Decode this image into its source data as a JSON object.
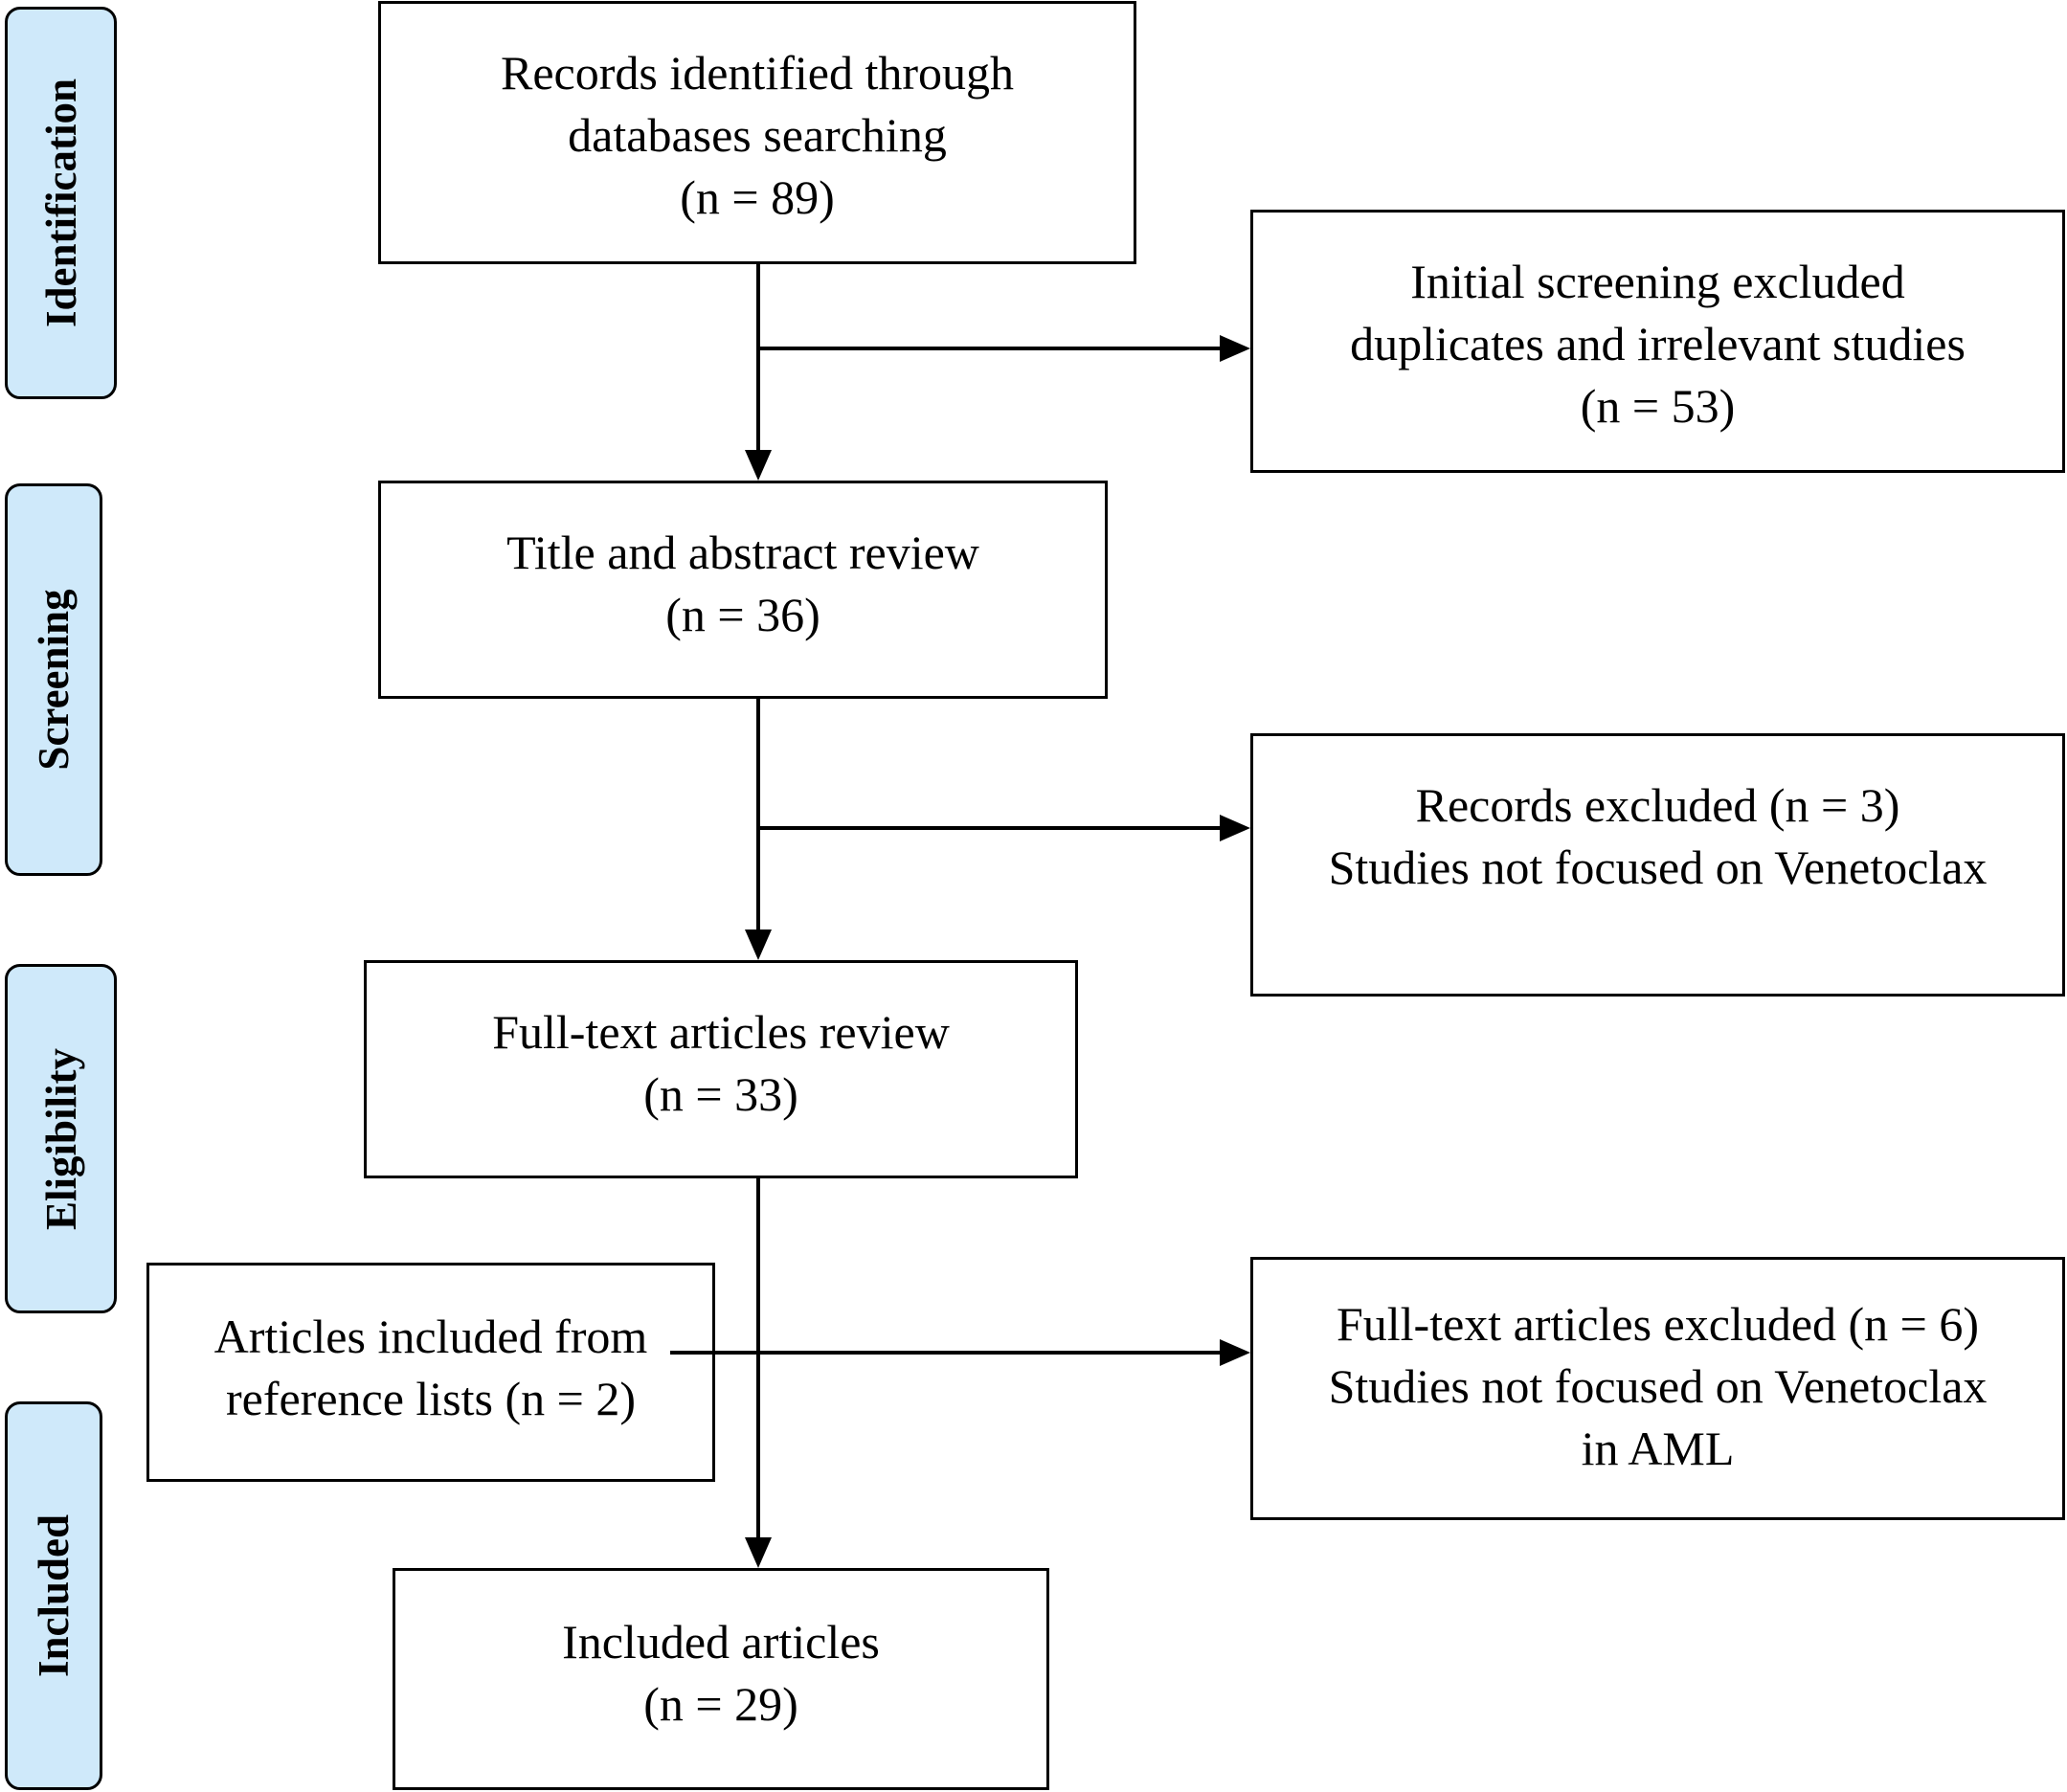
{
  "stages": {
    "identification": "Identification",
    "screening": "Screening",
    "eligibility": "Eligibility",
    "included": "Included"
  },
  "boxes": {
    "records_identified": [
      "Records identified through",
      "databases searching",
      "(n = 89)"
    ],
    "initial_screening_excluded": [
      "Initial screening excluded",
      "duplicates and irrelevant studies",
      "(n = 53)"
    ],
    "title_abstract_review": [
      "Title and abstract review",
      "(n = 36)"
    ],
    "records_excluded": [
      "Records excluded (n = 3)",
      "Studies not focused on Venetoclax"
    ],
    "full_text_review": [
      "Full-text articles review",
      "(n = 33)"
    ],
    "reference_lists": [
      "Articles included from",
      "reference lists (n = 2)"
    ],
    "full_text_excluded": [
      "Full-text articles excluded (n = 6)",
      "Studies not focused on Venetoclax",
      "in AML"
    ],
    "included_articles": [
      "Included articles",
      "(n = 29)"
    ]
  }
}
